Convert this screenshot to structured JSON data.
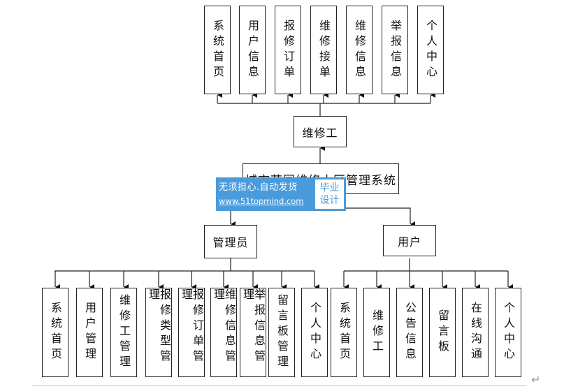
{
  "diagram": {
    "root": "城市花园维修小区管理系统",
    "roles": {
      "worker": {
        "label": "维修工",
        "children": [
          "系统首页",
          "用户信息",
          "报修订单",
          "维修接单",
          "维修信息",
          "举报信息",
          "个人中心"
        ]
      },
      "admin": {
        "label": "管理员",
        "children": [
          "系统首页",
          "用户管理",
          "维修工管理",
          "报修类型管理",
          "报修订单管理",
          "维修信息管理",
          "举报信息管理",
          "留言板管理",
          "个人中心"
        ]
      },
      "user": {
        "label": "用户",
        "children": [
          "系统首页",
          "维修工",
          "公告信息",
          "留言板",
          "在线沟通",
          "个人中心"
        ]
      }
    }
  },
  "watermark": {
    "line1": "无须担心.自动发货",
    "line2": "www.51topmind.com",
    "badge_line1": "毕业",
    "badge_line2": "设计",
    "color": "#4a9bdc"
  },
  "document": {
    "paragraph_mark": "↵"
  }
}
